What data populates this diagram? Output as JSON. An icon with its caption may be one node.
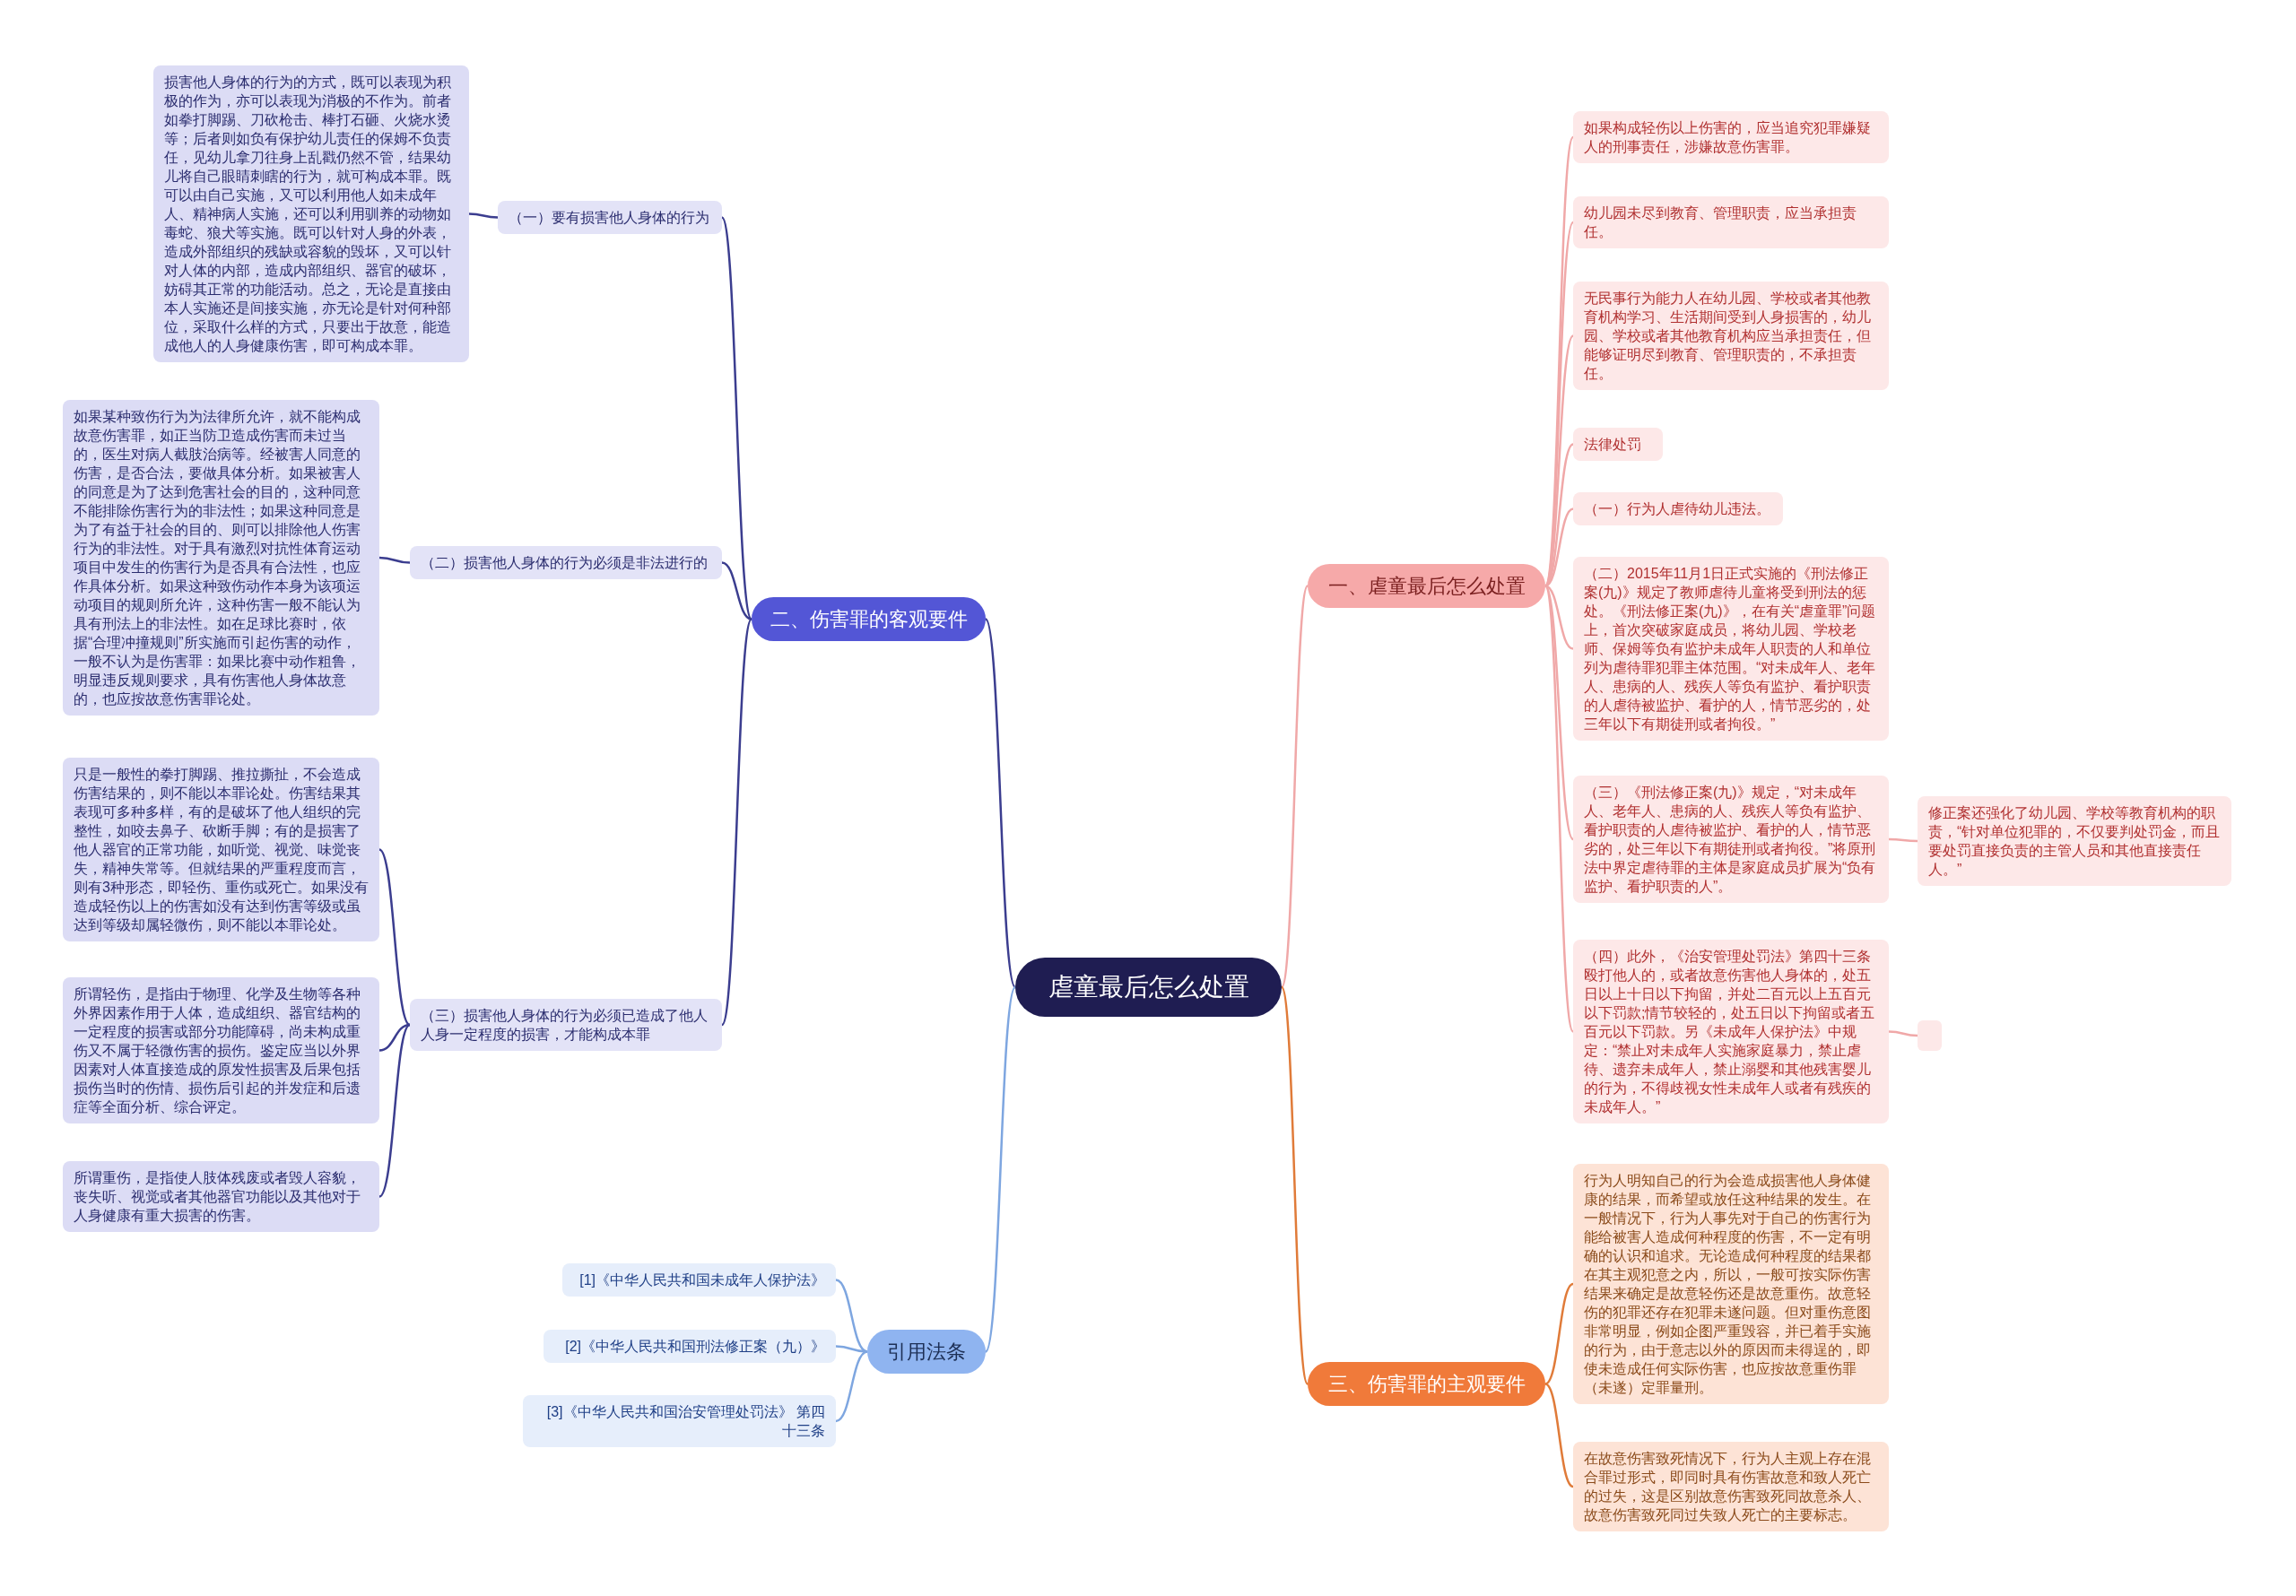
{
  "diagram": {
    "nodes": [
      {
        "text": [
          "虐童最后怎么处置"
        ]
      },
      {
        "text": [
          "二、伤害罪的客观要件"
        ]
      },
      {
        "text": [
          "（一）要有损害他人身体的行为"
        ]
      },
      {
        "text": [
          "损害他人身体的行为的方式，既可以表现为积极的作为，亦可以表现为消极的不作为。前者如拳打脚踢、刀砍枪击、棒打石砸、火烧水烫等；后者则如负有保护幼儿责任的保姆不负责任，见幼儿拿刀往身上乱戳仍然不管，结果幼儿将自己眼睛刺瞎的行为，就可构成本罪。既可以由自己实施，又可以利用他人如未成年人、精神病人实施，还可以利用驯养的动物如毒蛇、狼犬等实施。既可以针对人身的外表，造成外部组织的残缺或容貌的毁坏，又可以针对人体的内部，造成内部组织、器官的破坏，妨碍其正常的功能活动。总之，无论是直接由本人实施还是间接实施，亦无论是针对何种部位，采取什么样的方式，只要出于故意，能造成他人的人身健康伤害，即可构成本罪。"
        ]
      },
      {
        "text": [
          "（二）损害他人身体的行为必须是非法进行的"
        ]
      },
      {
        "text": [
          "如果某种致伤行为为法律所允许，就不能构成故意伤害罪，如正当防卫造成伤害而未过当的，医生对病人截肢治病等。经被害人同意的伤害，是否合法，要做具体分析。如果被害人的同意是为了达到危害社会的目的，这种同意不能排除伤害行为的非法性；如果这种同意是为了有益于社会的目的、则可以排除他人伤害行为的非法性。对于具有激烈对抗性体育运动项目中发生的伤害行为是否具有合法性，也应作具体分析。如果这种致伤动作本身为该项运动项目的规则所允许，这种伤害一般不能认为具有刑法上的非法性。如在足球比赛时，依据“合理冲撞规则”所实施而引起伤害的动作，一般不认为是伤害罪：如果比赛中动作粗鲁，明显违反规则要求，具有伤害他人身体故意的，也应按故意伤害罪论处。"
        ]
      },
      {
        "text": [
          "（三）损害他人身体的行为必须已造成了他人人身一定程度的损害，才能构成本罪"
        ]
      },
      {
        "text": [
          "只是一般性的拳打脚踢、推拉撕扯，不会造成伤害结果的，则不能以本罪论处。伤害结果其表现可多种多样，有的是破坏了他人组织的完整性，如咬去鼻子、砍断手脚；有的是损害了他人器官的正常功能，如听觉、视觉、味觉丧失，精神失常等。但就结果的严重程度而言，则有3种形态，即轻伤、重伤或死亡。如果没有造成轻伤以上的伤害如没有达到伤害等级或虽达到等级却属轻微伤，则不能以本罪论处。"
        ]
      },
      {
        "text": [
          "所谓轻伤，是指由于物理、化学及生物等各种外界因素作用于人体，造成组织、器官结构的一定程度的损害或部分功能障碍，尚未构成重伤又不属于轻微伤害的损伤。鉴定应当以外界因素对人体直接造成的原发性损害及后果包括损伤当时的伤情、损伤后引起的并发症和后遗症等全面分析、综合评定。"
        ]
      },
      {
        "text": [
          "所谓重伤，是指使人肢体残废或者毁人容貌，丧失听、视觉或者其他器官功能以及其他对于人身健康有重大损害的伤害。"
        ]
      },
      {
        "text": [
          "引用法条"
        ]
      },
      {
        "text": [
          "[1]《中华人民共和国未成年人保护法》"
        ]
      },
      {
        "text": [
          "[2]《中华人民共和国刑法修正案（九）》"
        ]
      },
      {
        "text": [
          "[3]《中华人民共和国治安管理处罚法》 第四十三条"
        ]
      },
      {
        "text": [
          "一、虐童最后怎么处置"
        ]
      },
      {
        "text": [
          "如果构成轻伤以上伤害的，应当追究犯罪嫌疑人的刑事责任，涉嫌故意伤害罪。"
        ]
      },
      {
        "text": [
          "幼儿园未尽到教育、管理职责，应当承担责任。"
        ]
      },
      {
        "text": [
          "无民事行为能力人在幼儿园、学校或者其他教育机构学习、生活期间受到人身损害的，幼儿园、学校或者其他教育机构应当承担责任，但能够证明尽到教育、管理职责的，不承担责任。"
        ]
      },
      {
        "text": [
          "法律处罚"
        ]
      },
      {
        "text": [
          "（一）行为人虐待幼儿违法。"
        ]
      },
      {
        "text": [
          "（二）2015年11月1日正式实施的《刑法修正案(九)》规定了教师虐待儿童将受到刑法的惩处。《刑法修正案(九)》，在有关“虐童罪”问题上，首次突破家庭成员，将幼儿园、学校老师、保姆等负有监护未成年人职责的人和单位列为虐待罪犯罪主体范围。“对未成年人、老年人、患病的人、残疾人等负有监护、看护职责的人虐待被监护、看护的人，情节恶劣的，处三年以下有期徒刑或者拘役。”"
        ]
      },
      {
        "text": [
          "（三）《刑法修正案(九)》规定，“对未成年人、老年人、患病的人、残疾人等负有监护、看护职责的人虐待被监护、看护的人，情节恶劣的，处三年以下有期徒刑或者拘役。”将原刑法中界定虐待罪的主体是家庭成员扩展为“负有监护、看护职责的人”。"
        ]
      },
      {
        "text": [
          "修正案还强化了幼儿园、学校等教育机构的职责，“针对单位犯罪的，不仅要判处罚金，而且要处罚直接负责的主管人员和其他直接责任人。”"
        ]
      },
      {
        "text": [
          "（四）此外，《治安管理处罚法》第四十三条殴打他人的，或者故意伤害他人身体的，处五日以上十日以下拘留，并处二百元以上五百元以下罚款;情节较轻的，处五日以下拘留或者五百元以下罚款。另《未成年人保护法》中规定：“禁止对未成年人实施家庭暴力，禁止虐待、遗弃未成年人，禁止溺婴和其他残害婴儿的行为，不得歧视女性未成年人或者有残疾的未成年人。”"
        ]
      },
      {
        "text": [],
        "shape": "box"
      },
      {
        "text": [
          "三、伤害罪的主观要件"
        ]
      },
      {
        "text": [
          "行为人明知自己的行为会造成损害他人身体健康的结果，而希望或放任这种结果的发生。在一般情况下，行为人事先对于自己的伤害行为能给被害人造成何种程度的伤害，不一定有明确的认识和追求。无论造成何种程度的结果都在其主观犯意之内，所以，一般可按实际伤害结果来确定是故意轻伤还是故意重伤。故意轻伤的犯罪还存在犯罪未遂问题。但对重伤意图非常明显，例如企图严重毁容，并已着手实施的行为，由于意志以外的原因而未得逞的，即使未造成任何实际伤害，也应按故意重伤罪（未遂）定罪量刑。"
        ]
      },
      {
        "text": [
          "在故意伤害致死情况下，行为人主观上存在混合罪过形式，即同时具有伤害故意和致人死亡的过失，这是区别故意伤害致死同故意杀人、故意伤害致死同过失致人死亡的主要标志。"
        ]
      }
    ],
    "edges": [
      {
        "from": 0,
        "to": 1,
        "arrow": "none",
        "color": "#3b3d8f"
      },
      {
        "from": 1,
        "to": 2,
        "arrow": "none",
        "color": "#3b3d8f"
      },
      {
        "from": 2,
        "to": 3,
        "arrow": "none",
        "color": "#3b3d8f"
      },
      {
        "from": 1,
        "to": 4,
        "arrow": "none",
        "color": "#3b3d8f"
      },
      {
        "from": 4,
        "to": 5,
        "arrow": "none",
        "color": "#3b3d8f"
      },
      {
        "from": 1,
        "to": 6,
        "arrow": "none",
        "color": "#3b3d8f"
      },
      {
        "from": 6,
        "to": 7,
        "arrow": "none",
        "color": "#3b3d8f"
      },
      {
        "from": 6,
        "to": 8,
        "arrow": "none",
        "color": "#3b3d8f"
      },
      {
        "from": 6,
        "to": 9,
        "arrow": "none",
        "color": "#3b3d8f"
      },
      {
        "from": 0,
        "to": 10,
        "arrow": "none",
        "color": "#7ea6e0"
      },
      {
        "from": 10,
        "to": 11,
        "arrow": "none",
        "color": "#7ea6e0"
      },
      {
        "from": 10,
        "to": 12,
        "arrow": "none",
        "color": "#7ea6e0"
      },
      {
        "from": 10,
        "to": 13,
        "arrow": "none",
        "color": "#7ea6e0"
      },
      {
        "from": 0,
        "to": 14,
        "arrow": "none"
      },
      {
        "from": 14,
        "to": 15,
        "arrow": "none"
      },
      {
        "from": 14,
        "to": 16,
        "arrow": "none"
      },
      {
        "from": 14,
        "to": 17,
        "arrow": "none"
      },
      {
        "from": 14,
        "to": 18,
        "arrow": "none"
      },
      {
        "from": 14,
        "to": 19,
        "arrow": "none"
      },
      {
        "from": 14,
        "to": 20,
        "arrow": "none"
      },
      {
        "from": 14,
        "to": 21,
        "arrow": "none"
      },
      {
        "from": 21,
        "to": 22,
        "arrow": "none"
      },
      {
        "from": 14,
        "to": 23,
        "arrow": "none"
      },
      {
        "from": 23,
        "to": 24,
        "arrow": "none"
      },
      {
        "from": 0,
        "to": 25,
        "arrow": "none",
        "color": "#e07b39"
      },
      {
        "from": 25,
        "to": 26,
        "arrow": "none",
        "color": "#e07b39"
      },
      {
        "from": 25,
        "to": 27,
        "arrow": "none",
        "color": "#e07b39"
      }
    ]
  }
}
